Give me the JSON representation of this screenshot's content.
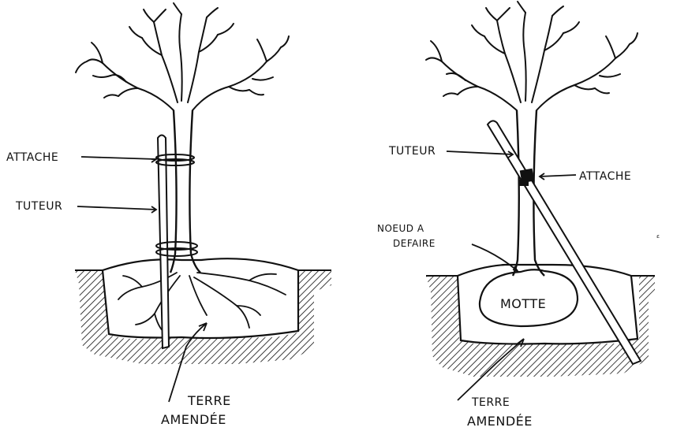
{
  "left_figure": {
    "labels": {
      "attache": "ATTACHE",
      "tuteur": "TUTEUR",
      "terre": "TERRE",
      "amendee": "AMENDÉE"
    }
  },
  "right_figure": {
    "labels": {
      "tuteur": "TUTEUR",
      "attache": "ATTACHE",
      "noeud_line1": "NOEUD A",
      "noeud_line2": "DEFAIRE",
      "motte": "MOTTE",
      "terre": "TERRE",
      "amendee": "AMENDÉE",
      "stray_mark": "ᵋ"
    }
  },
  "colors": {
    "ink": "#111111",
    "paper": "#ffffff"
  }
}
